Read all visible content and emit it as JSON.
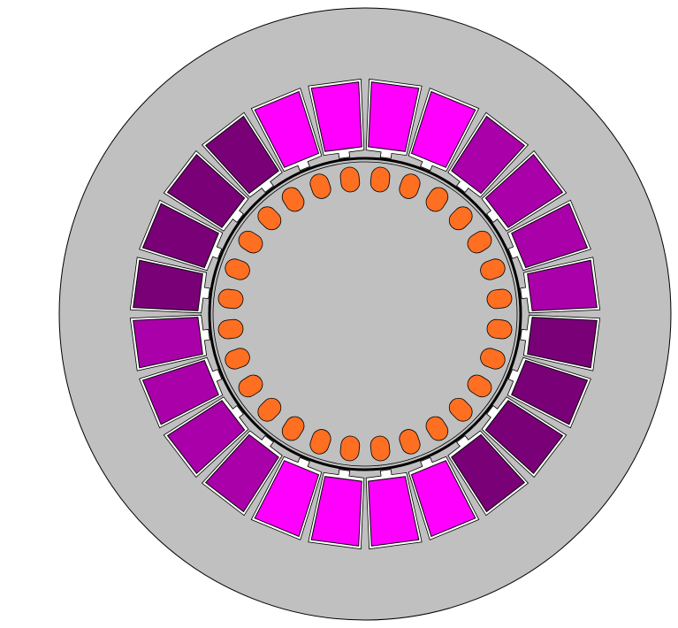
{
  "diagram": {
    "type": "electric-machine-cross-section",
    "stator": {
      "slot_count": 24,
      "colors": {
        "phase_a": "#ff00ff",
        "phase_b": "#aa00aa",
        "phase_c": "#7a0078",
        "core": "#c0c0c0",
        "outline": "#000000",
        "slot_opening": "#ffffff"
      },
      "slot_colors": [
        "phase_a",
        "phase_a",
        "phase_b",
        "phase_b",
        "phase_b",
        "phase_b",
        "phase_c",
        "phase_c",
        "phase_c",
        "phase_c",
        "phase_a",
        "phase_a",
        "phase_a",
        "phase_a",
        "phase_b",
        "phase_b",
        "phase_b",
        "phase_b",
        "phase_c",
        "phase_c",
        "phase_c",
        "phase_c",
        "phase_a",
        "phase_a"
      ]
    },
    "rotor": {
      "bar_count": 28,
      "colors": {
        "bar": "#ff6f22",
        "core": "#c0c0c0",
        "outline": "#000000"
      }
    }
  }
}
